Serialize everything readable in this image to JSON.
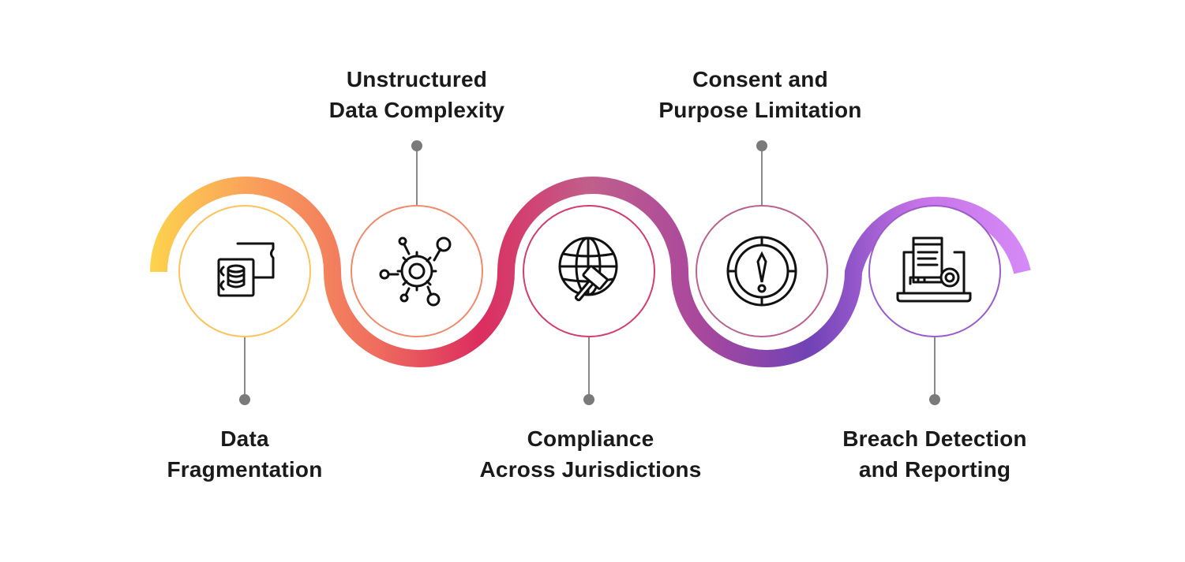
{
  "steps": [
    {
      "name": "data-fragmentation",
      "icon": "database-fragment-icon",
      "label_line1": "Data",
      "label_line2": "Fragmentation",
      "label_pos": "bottom",
      "ring_color": "#fbc45a"
    },
    {
      "name": "unstructured-data-complexity",
      "icon": "network-gear-icon",
      "label_line1": "Unstructured",
      "label_line2": "Data Complexity",
      "label_pos": "top",
      "ring_color": "#ef8a6c"
    },
    {
      "name": "compliance-across-jurisdictions",
      "icon": "globe-gavel-icon",
      "label_line1": "Compliance",
      "label_line2": "Across Jurisdictions",
      "label_pos": "bottom",
      "ring_color": "#d33c6e"
    },
    {
      "name": "consent-and-purpose-limitation",
      "icon": "alert-compass-icon",
      "label_line1": "Consent and",
      "label_line2": "Purpose Limitation",
      "label_pos": "top",
      "ring_color": "#b9628e"
    },
    {
      "name": "breach-detection-and-reporting",
      "icon": "laptop-key-icon",
      "label_line1": "Breach Detection",
      "label_line2": "and Reporting",
      "label_pos": "bottom",
      "ring_color": "#9a5cc8"
    }
  ],
  "colors": {
    "gradient": [
      "#fdd34d",
      "#f99c5c",
      "#f0705e",
      "#dc2d5f",
      "#c05f8c",
      "#a9479d",
      "#7043b6",
      "#c774e8",
      "#d58af6"
    ],
    "connector": "#8a8a8a",
    "icon_stroke": "#111111",
    "text": "#1a1a1a"
  }
}
